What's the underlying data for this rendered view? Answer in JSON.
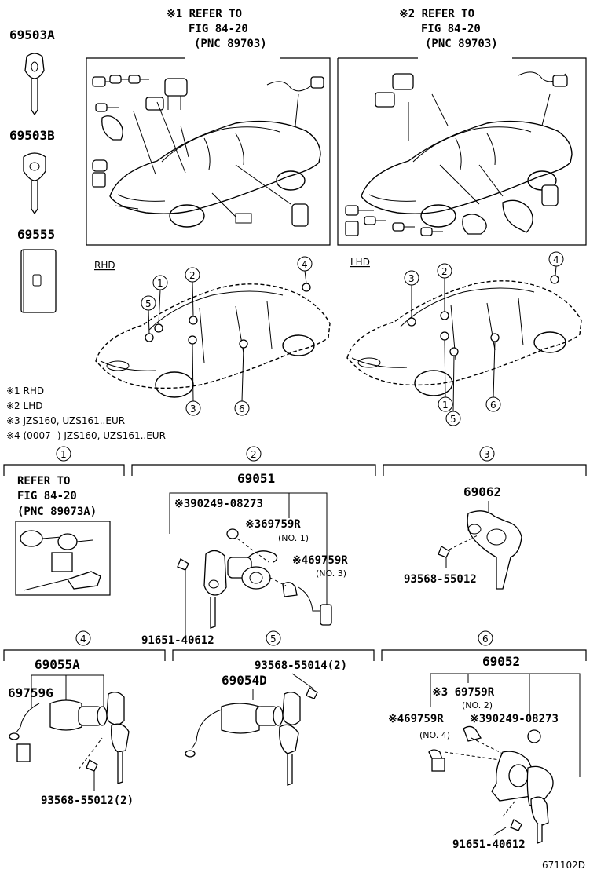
{
  "refs": {
    "ref1": [
      "※1 REFER TO",
      "FIG 84-20",
      "(PNC 89703)"
    ],
    "ref2": [
      "※2 REFER TO",
      "FIG 84-20",
      "(PNC 89703)"
    ]
  },
  "left_column": {
    "key_a": "69503A",
    "key_b": "69503B",
    "plate": "69555"
  },
  "locations": {
    "rhd_label": "RHD",
    "lhd_label": "LHD",
    "callouts": [
      "1",
      "2",
      "3",
      "4",
      "5",
      "6"
    ]
  },
  "notes": [
    "※1 RHD",
    "※2 LHD",
    "※3 JZS160, UZS161..EUR",
    "※4 (0007-     ) JZS160, UZS161..EUR"
  ],
  "sections": {
    "s1": {
      "num": "1",
      "ref": [
        "REFER TO",
        "FIG 84-20",
        "(PNC 89073A)"
      ]
    },
    "s2": {
      "num": "2",
      "assembly": "69051",
      "parts": [
        "※390249-08273",
        "※369759R",
        "(NO. 1)",
        "※469759R",
        "(NO. 3)",
        "91651-40612"
      ]
    },
    "s3": {
      "num": "3",
      "assembly": "69062",
      "parts": [
        "93568-55012"
      ]
    },
    "s4": {
      "num": "4",
      "assembly": "69055A",
      "parts": [
        "69759G",
        "93568-55012(2)"
      ]
    },
    "s5": {
      "num": "5",
      "assembly": "69054D",
      "parts": [
        "93568-55014(2)"
      ]
    },
    "s6": {
      "num": "6",
      "assembly": "69052",
      "parts": [
        "※3 69759R",
        "(NO. 2)",
        "※469759R",
        "(NO. 4)",
        "※390249-08273",
        "91651-40612"
      ]
    }
  },
  "figure_id": "671102D"
}
